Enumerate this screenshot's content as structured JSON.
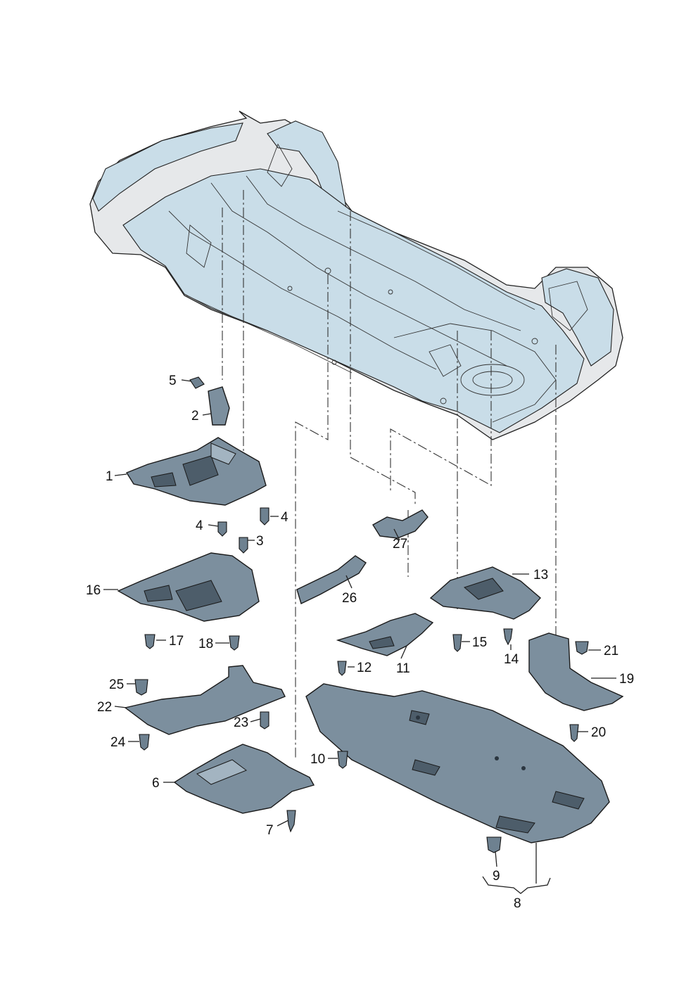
{
  "callouts": {
    "c1": "1",
    "c2": "2",
    "c3": "3",
    "c4a": "4",
    "c4b": "4",
    "c5": "5",
    "c6": "6",
    "c7": "7",
    "c8": "8",
    "c9": "9",
    "c10": "10",
    "c11": "11",
    "c12": "12",
    "c13": "13",
    "c14": "14",
    "c15": "15",
    "c16": "16",
    "c17": "17",
    "c18": "18",
    "c19": "19",
    "c20": "20",
    "c21": "21",
    "c22": "22",
    "c23": "23",
    "c24": "24",
    "c25": "25",
    "c26": "26",
    "c27": "27"
  },
  "colors": {
    "body": "#e6e8ea",
    "floor": "#c9dde8",
    "panel": "#7c8f9e",
    "panel_dark": "#4d5d6a"
  }
}
